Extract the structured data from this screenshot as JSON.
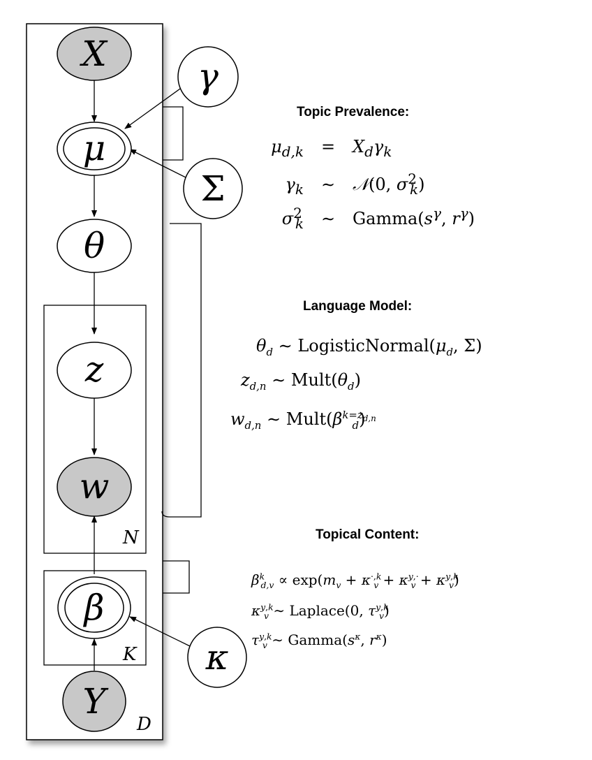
{
  "nodes": {
    "X": "X",
    "mu": "μ",
    "theta": "θ",
    "z": "z",
    "w": "w",
    "beta": "β",
    "Y": "Y",
    "gamma": "γ",
    "Sigma": "Σ",
    "kappa": "κ"
  },
  "plates": {
    "D": "D",
    "N": "N",
    "K": "K"
  },
  "sections": {
    "topic_prevalence": {
      "heading": "Topic Prevalence:"
    },
    "language_model": {
      "heading": "Language Model:"
    },
    "topical_content": {
      "heading": "Topical Content:"
    }
  },
  "colors": {
    "observed_fill": "#c8c8c8",
    "latent_fill": "#ffffff",
    "stroke": "#000000"
  }
}
